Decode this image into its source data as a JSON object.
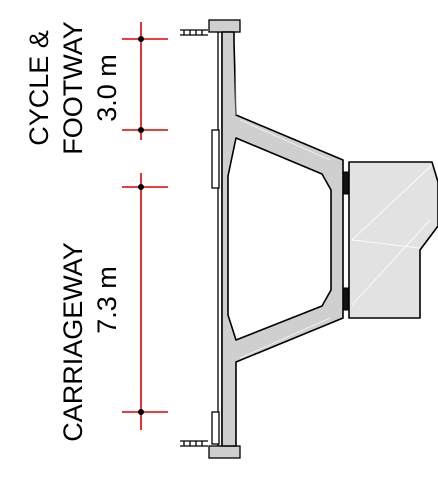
{
  "diagram": {
    "title": "",
    "zones": [
      {
        "name_line1": "CYCLE  &",
        "name_line2": "FOOTWAY",
        "width": "3.0 m"
      },
      {
        "name_line1": "CARRIAGEWAY",
        "width": "7.3 m"
      }
    ]
  },
  "colors": {
    "concrete_fill": "#cfcfcf",
    "pier_fill": "#e2e2e2",
    "outline": "#000000",
    "dimension_line": "#e00000",
    "bearing": "#111111"
  }
}
